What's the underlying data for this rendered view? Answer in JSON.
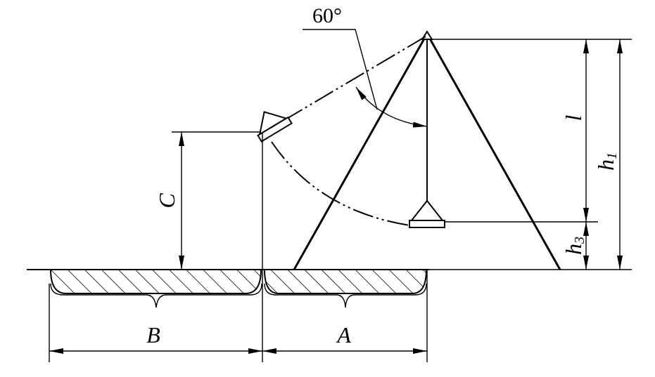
{
  "labels": {
    "angle": "60°",
    "l": "l",
    "h1": "h",
    "h1_sub": "1",
    "h3": "h",
    "h3_sub": "3",
    "C": "C",
    "B": "B",
    "A": "A"
  }
}
